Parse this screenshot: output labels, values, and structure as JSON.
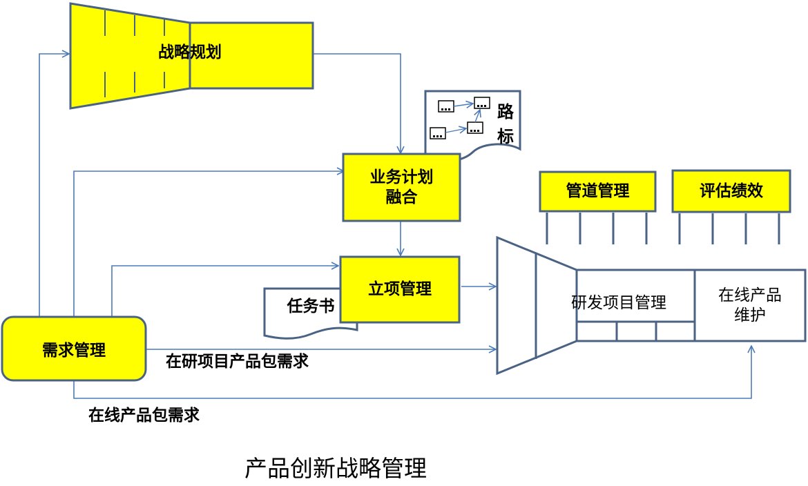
{
  "diagram": {
    "title": "产品创新战略管理",
    "nodes": {
      "strategy": "战略规划",
      "business_plan_line1": "业务计划",
      "business_plan_line2": "融合",
      "roadmap_line1": "路",
      "roadmap_line2": "标",
      "project_setup": "立项管理",
      "task_book": "任务书",
      "requirements": "需求管理",
      "pipeline": "管道管理",
      "performance": "评估绩效",
      "rd_project": "研发项目管理",
      "online_line1": "在线产品",
      "online_line2": "维护"
    },
    "edges": {
      "in_dev_requirements": "在研项目产品包需求",
      "online_requirements": "在线产品包需求"
    },
    "colors": {
      "box_fill": "#ffff00",
      "box_stroke": "#4a6283",
      "arrow": "#4a7ab8",
      "text": "#000000"
    }
  }
}
